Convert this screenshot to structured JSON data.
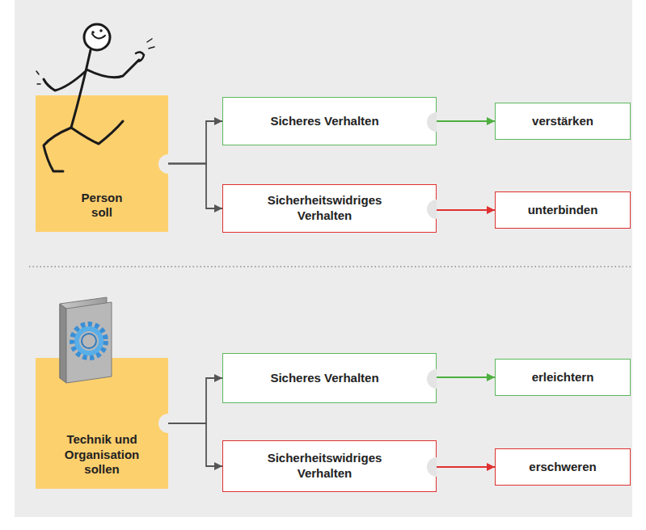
{
  "diagram": {
    "nodes": [
      {
        "text": [
          "Person soll"
        ]
      },
      {
        "text": [
          "Sicheres Verhalten"
        ]
      },
      {
        "text": [
          "Sicherheitswidriges Verhalten"
        ]
      },
      {
        "text": [
          "verstärken"
        ]
      },
      {
        "text": [
          "unterbinden"
        ]
      },
      {
        "text": [
          "Technik und Organisation sollen"
        ]
      },
      {
        "text": [
          "Sicheres Verhalten"
        ]
      },
      {
        "text": [
          "Sicherheitswidriges Verhalten"
        ]
      },
      {
        "text": [
          "erleichtern"
        ]
      },
      {
        "text": [
          "erschweren"
        ]
      }
    ],
    "edges": [
      {
        "from": 0,
        "to": 1,
        "arrow": "to"
      },
      {
        "from": 0,
        "to": 2,
        "arrow": "to"
      },
      {
        "from": 1,
        "to": 3,
        "arrow": "to"
      },
      {
        "from": 2,
        "to": 4,
        "arrow": "to"
      },
      {
        "from": 5,
        "to": 6,
        "arrow": "to"
      },
      {
        "from": 5,
        "to": 7,
        "arrow": "to"
      },
      {
        "from": 6,
        "to": 8,
        "arrow": "to"
      },
      {
        "from": 7,
        "to": 9,
        "arrow": "to"
      }
    ]
  }
}
